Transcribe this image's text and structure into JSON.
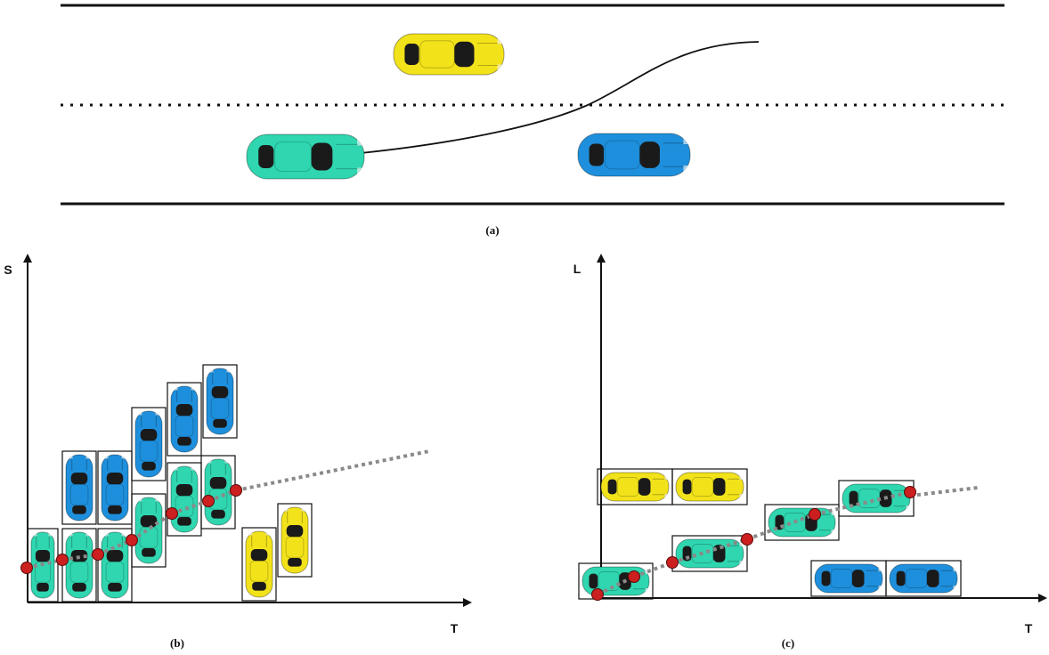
{
  "panel_a": {
    "caption": "(a)"
  },
  "panel_b": {
    "caption": "(b)",
    "y_axis_label": "S",
    "x_axis_label": "T"
  },
  "panel_c": {
    "caption": "(c)",
    "y_axis_label": "L",
    "x_axis_label": "T"
  },
  "colors": {
    "ego_car": "#2fd6b0",
    "lead_car": "#1e8fdc",
    "other_car": "#f2e21a",
    "waypoint": "#cc1f1f",
    "trajectory_dots": "#8a8a8a",
    "line": "#111111"
  }
}
